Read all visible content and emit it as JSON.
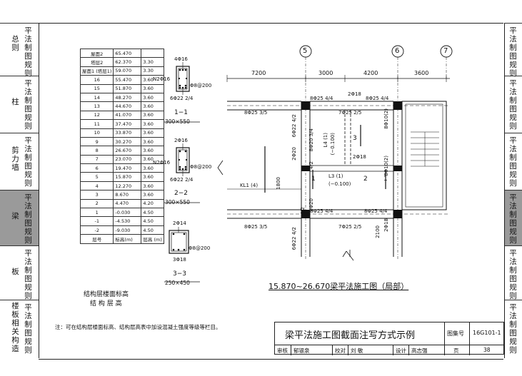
{
  "left_nav": [
    {
      "col1": "总则",
      "col2": "平法制图规则",
      "active": false
    },
    {
      "col1": "柱",
      "col2": "平法制图规则",
      "active": false
    },
    {
      "col1": "剪力墙",
      "col2": "平法制图规则",
      "active": false
    },
    {
      "col1": "梁",
      "col2": "平法制图规则",
      "active": true
    },
    {
      "col1": "板",
      "col2": "平法制图规则",
      "active": false
    },
    {
      "col1": "楼板相关构造",
      "col2": "平法制图规则",
      "active": false
    }
  ],
  "right_nav": [
    {
      "label": "平法制图规则",
      "active": false
    },
    {
      "label": "平法制图规则",
      "active": false
    },
    {
      "label": "平法制图规则",
      "active": false
    },
    {
      "label": "平法制图规则",
      "active": true
    },
    {
      "label": "平法制图规则",
      "active": false
    },
    {
      "label": "平法制图规则",
      "active": false
    }
  ],
  "floor_table": {
    "rows": [
      [
        "屋面2",
        "65.470",
        ""
      ],
      [
        "塔层2",
        "62.370",
        "3.30"
      ],
      [
        "屋面1\n(塔层1)",
        "59.070",
        "3.30"
      ],
      [
        "16",
        "55.470",
        "3.60"
      ],
      [
        "15",
        "51.870",
        "3.60"
      ],
      [
        "14",
        "48.270",
        "3.60"
      ],
      [
        "13",
        "44.670",
        "3.60"
      ],
      [
        "12",
        "41.070",
        "3.60"
      ],
      [
        "11",
        "37.470",
        "3.60"
      ],
      [
        "10",
        "33.870",
        "3.60"
      ],
      [
        "9",
        "30.270",
        "3.60"
      ],
      [
        "8",
        "26.670",
        "3.60"
      ],
      [
        "7",
        "23.070",
        "3.60"
      ],
      [
        "6",
        "19.470",
        "3.60"
      ],
      [
        "5",
        "15.870",
        "3.60"
      ],
      [
        "4",
        "12.270",
        "3.60"
      ],
      [
        "3",
        "8.670",
        "3.60"
      ],
      [
        "2",
        "4.470",
        "4.20"
      ],
      [
        "1",
        "-0.030",
        "4.50"
      ],
      [
        "-1",
        "-4.530",
        "4.50"
      ],
      [
        "-2",
        "-9.030",
        "4.50"
      ]
    ],
    "header": [
      "层号",
      "标高(m)",
      "层高\n(m)"
    ],
    "caption1": "结构层楼面标高",
    "caption2": "结 构 层 高"
  },
  "sections": [
    {
      "top": "4Φ16",
      "side": "N2Φ16",
      "stirrup": "Φ8@200",
      "bottom": "6Φ22  2/4",
      "name": "1−1",
      "size": "300×550"
    },
    {
      "top": "2Φ16",
      "side": "N2Φ16",
      "stirrup": "Φ8@200",
      "bottom": "6Φ22  2/4",
      "name": "2−2",
      "size": "300×550"
    },
    {
      "top": "2Φ14",
      "side": "",
      "stirrup": "Φ8@200",
      "bottom": "3Φ18",
      "name": "3−3",
      "size": "250×450"
    }
  ],
  "plan": {
    "axes": [
      "5",
      "6",
      "7"
    ],
    "dims": [
      "7200",
      "3000",
      "4200",
      "3600"
    ],
    "labels": {
      "t1": "8Φ25  4/4",
      "t2": "2Φ18",
      "t3": "8Φ25  4/4",
      "t4": "8Φ25  3/5",
      "t5": "7Φ25  2/5",
      "v1": "6Φ22  4/2",
      "v2": "8Φ20  3/4",
      "v3": "8Φ10(2)",
      "v4": "8Φ10(2)",
      "l4": "L4 (1)",
      "l4b": "(−0.100)",
      "n3a": "3",
      "m2": "2Φ18",
      "s2": "2Φ20",
      "s4": "4/2",
      "l3": "L3 (1)",
      "l3b": "(−0.100)",
      "kl1": "KL1 (4)",
      "d1800": "1800",
      "n1a": "1",
      "n2": "2",
      "n1b": "1",
      "b1": "8Φ25  4/4",
      "b2": "8Φ25  4/4",
      "b3": "8Φ25  3/5",
      "b4": "7Φ25  2/5",
      "b5": "2Φ18",
      "v5": "6Φ22  4/2",
      "v6": "2Φ20",
      "v7": "4/2",
      "d2100": "2100"
    },
    "title": "15.870~26.670梁平法施工图（局部）"
  },
  "note": "注：可在结构层楼面标高、结构层高表中加设混凝土强度等级等栏目。",
  "title_block": {
    "title": "梁平法施工图截面注写方式示例",
    "atlas_label": "图集号",
    "atlas_no": "16G101-1",
    "review_label": "审核",
    "reviewer": "郁银泉",
    "check_label": "校对",
    "checker": "刘 敏",
    "design_label": "设计",
    "designer": "高志强",
    "page_label": "页",
    "page": "38"
  }
}
